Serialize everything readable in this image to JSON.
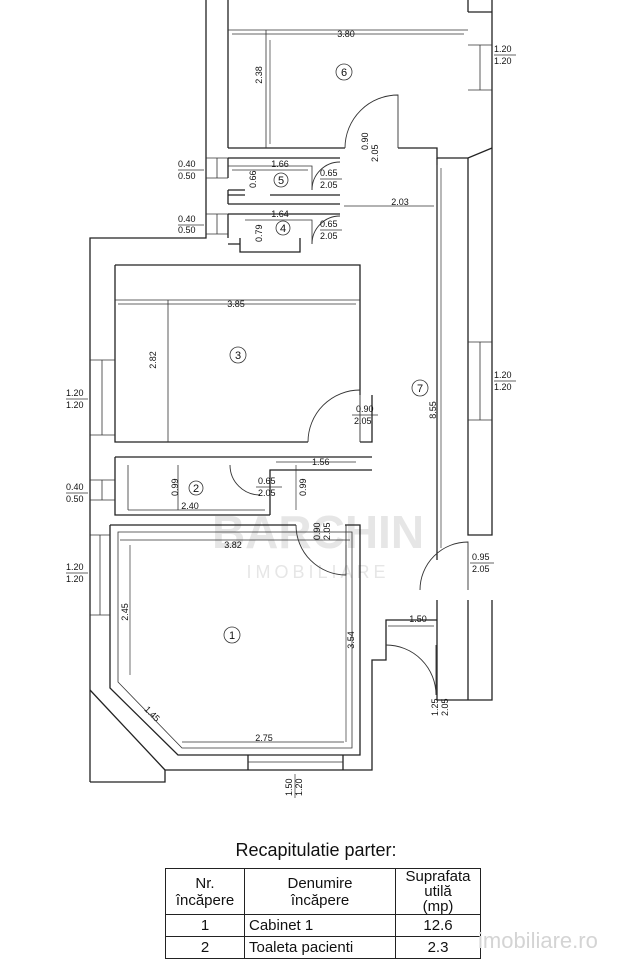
{
  "watermark": {
    "brand": "BARCHIN",
    "sub": "IMOBILIARE",
    "bottom": "imobiliare.ro"
  },
  "rooms": [
    "1",
    "2",
    "3",
    "4",
    "5",
    "6",
    "7"
  ],
  "dims": {
    "r6_w": "3.80",
    "r6_h": "2.38",
    "win_r6": "1.20",
    "win_r6b": "1.20",
    "door_r6": "0.90",
    "door_r6b": "2.05",
    "r5_w": "1.66",
    "r5_h": "0.66",
    "door_r5": "0.65",
    "door_r5b": "2.05",
    "win_r5": "0.40",
    "win_r5b": "0.50",
    "corr_w": "2.03",
    "r4_w": "1.64",
    "r4_h": "0.79",
    "door_r4": "0.65",
    "door_r4b": "2.05",
    "win_r4": "0.40",
    "win_r4b": "0.50",
    "r3_w": "3.85",
    "r3_h": "2.82",
    "door_r3": "0.90",
    "door_r3b": "2.05",
    "win_r3": "1.20",
    "win_r3b": "1.20",
    "r7_h": "8.55",
    "win_r7": "1.20",
    "win_r7b": "1.20",
    "r2_w": "2.40",
    "r2_h": "0.99",
    "r2_h2": "0.99",
    "r2_w2": "1.56",
    "door_r2": "0.65",
    "door_r2b": "2.05",
    "win_r2": "0.40",
    "win_r2b": "0.50",
    "r1_w": "3.82",
    "r1_h": "2.45",
    "r1_h2": "3.54",
    "r1_diag": "1.45",
    "r1_bot": "2.75",
    "door_r1": "0.90",
    "door_r1b": "2.05",
    "win_r1": "1.20",
    "win_r1b": "1.20",
    "win_r1bot": "1.50",
    "win_r1botb": "1.20",
    "door_ent": "0.95",
    "door_entb": "2.05",
    "ent_w": "1.50",
    "door_ent2": "1.25",
    "door_ent2b": "2.05"
  },
  "summary": {
    "title": "Recapitulatie parter:",
    "headers": {
      "nr": "Nr.\nîncăpere",
      "name": "Denumire\nîncăpere",
      "area": "Suprafata\nutilă\n(mp)"
    },
    "rows": [
      {
        "nr": "1",
        "name": "Cabinet 1",
        "area": "12.6"
      },
      {
        "nr": "2",
        "name": "Toaleta pacienti",
        "area": "2.3"
      }
    ]
  }
}
